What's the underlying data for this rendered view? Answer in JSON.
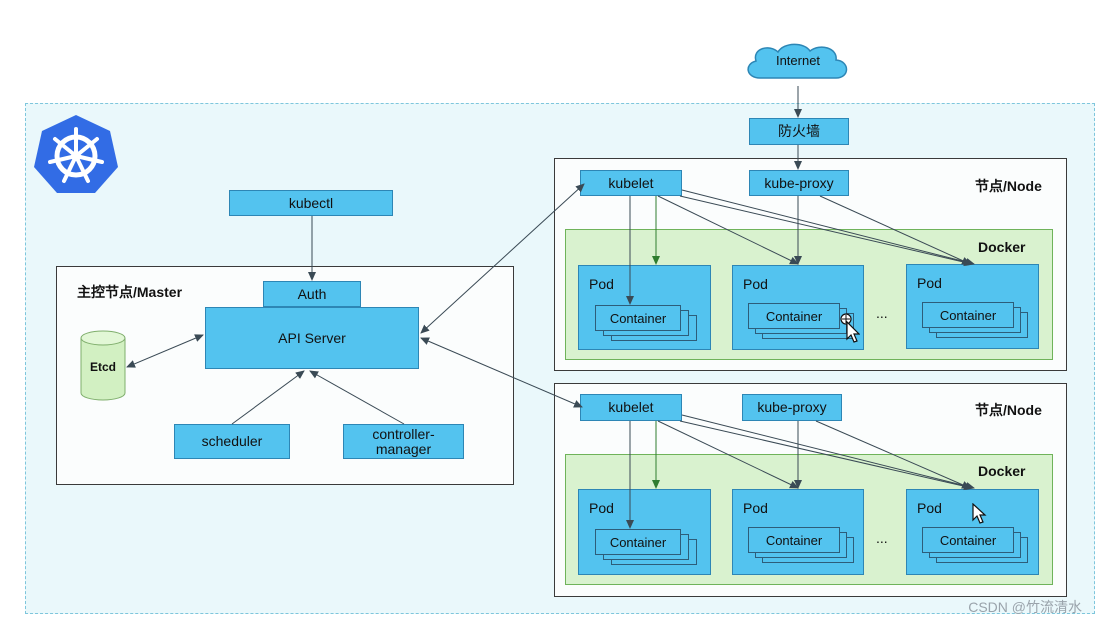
{
  "internet": "Internet",
  "firewall": "防火墙",
  "master": {
    "title": "主控节点/Master",
    "kubectl": "kubectl",
    "auth": "Auth",
    "api_server": "API Server",
    "etcd": "Etcd",
    "scheduler": "scheduler",
    "controller_manager": "controller-\nmanager"
  },
  "nodes": [
    {
      "title": "节点/Node",
      "kubelet": "kubelet",
      "kube_proxy": "kube-proxy",
      "docker": "Docker",
      "pods": [
        {
          "label": "Pod",
          "container": "Container"
        },
        {
          "label": "Pod",
          "container": "Container"
        },
        {
          "label": "Pod",
          "container": "Container"
        }
      ],
      "ellipsis": "..."
    },
    {
      "title": "节点/Node",
      "kubelet": "kubelet",
      "kube_proxy": "kube-proxy",
      "docker": "Docker",
      "pods": [
        {
          "label": "Pod",
          "container": "Container"
        },
        {
          "label": "Pod",
          "container": "Container"
        },
        {
          "label": "Pod",
          "container": "Container"
        }
      ],
      "ellipsis": "..."
    }
  ],
  "watermark": "CSDN @竹流清水",
  "colors": {
    "component": "#53c3ef",
    "docker_bg": "#d9f2cf",
    "canvas_bg": "#eaf8fb",
    "logo": "#326ce5"
  },
  "icons": [
    "kubernetes-logo-icon",
    "cloud-icon",
    "database-cylinder-icon",
    "mouse-cursor-icon"
  ]
}
